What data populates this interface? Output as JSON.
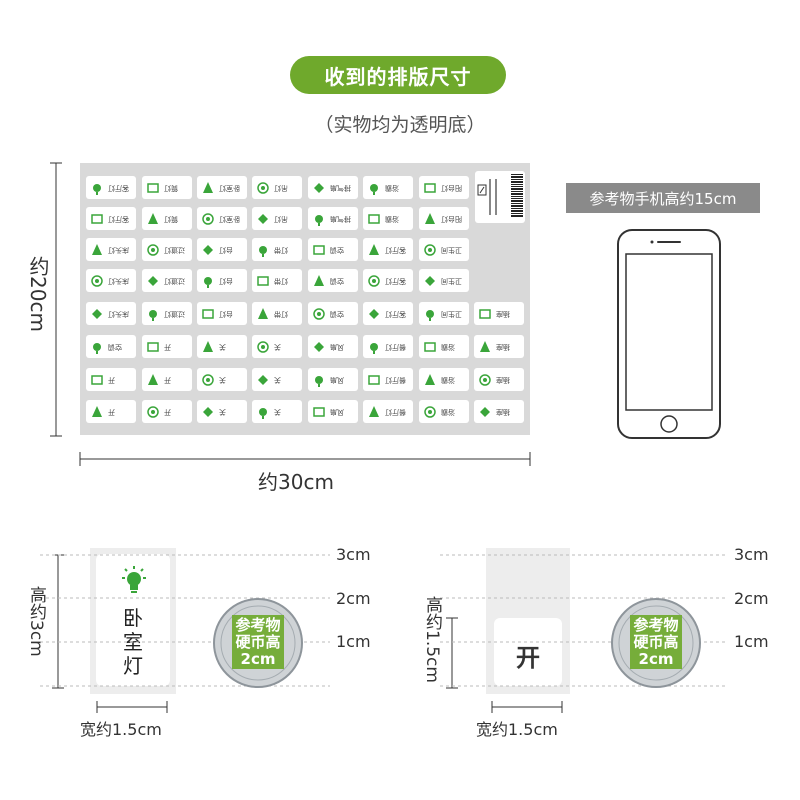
{
  "header": {
    "title": "收到的排版尺寸",
    "subtitle": "（实物均为透明底）"
  },
  "sheet": {
    "height_label": "约20cm",
    "width_label": "约30cm",
    "columns": [
      [
        "客厅灯",
        "客厅灯",
        "床头灯",
        "床头灯",
        "床头灯",
        "空调",
        "开",
        "开"
      ],
      [
        "筒灯",
        "筒灯",
        "过道灯",
        "过道灯",
        "过道灯",
        "开",
        "开",
        "开"
      ],
      [
        "卧室灯",
        "卧室灯",
        "台灯",
        "台灯",
        "台灯",
        "关",
        "关",
        "关"
      ],
      [
        "吊灯",
        "吊灯",
        "灯带",
        "灯带",
        "灯带",
        "关",
        "关",
        "关"
      ],
      [
        "排气扇",
        "排气扇",
        "空调",
        "空调",
        "空调",
        "风扇",
        "风扇",
        "风扇"
      ],
      [
        "浴霸",
        "浴霸",
        "客厅灯",
        "客厅灯",
        "客厅灯",
        "餐厅灯",
        "餐厅灯",
        "餐厅灯"
      ],
      [
        "阳台灯",
        "阳台灯",
        "卫生间",
        "卫生间",
        "卫生间",
        "浴霸",
        "浴霸",
        "浴霸"
      ],
      [
        "插座",
        "插座",
        "插座",
        "插座"
      ]
    ]
  },
  "reference": {
    "label": "参考物手机高约15cm"
  },
  "left_demo": {
    "sticker_text": "卧室灯",
    "height_label": "高约3cm",
    "width_label": "宽约1.5cm",
    "coin_line1": "参考物",
    "coin_line2": "硬币高",
    "coin_line3": "2cm",
    "scale": [
      "3cm",
      "2cm",
      "1cm"
    ]
  },
  "right_demo": {
    "sticker_text": "开",
    "height_label": "高约1.5cm",
    "width_label": "宽约1.5cm",
    "coin_line1": "参考物",
    "coin_line2": "硬币高",
    "coin_line3": "2cm",
    "scale": [
      "3cm",
      "2cm",
      "1cm"
    ]
  },
  "colors": {
    "accent": "#6fa92c",
    "icon_green": "#3aa53a",
    "coin_overlay": "#6fa92c"
  }
}
